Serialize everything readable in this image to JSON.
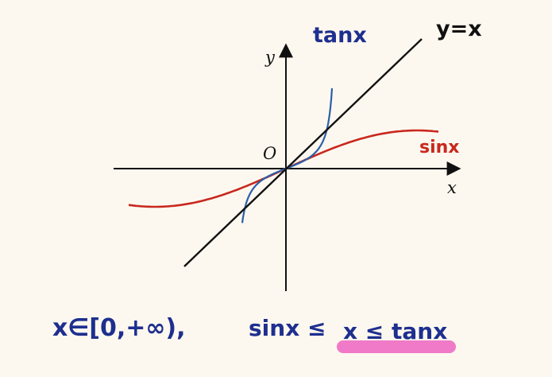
{
  "axes": {
    "y_label": "y",
    "x_label": "x",
    "origin_label": "O"
  },
  "curves": {
    "tan_label": "tanx",
    "line_label": "y=x",
    "sin_label": "sinx"
  },
  "colors": {
    "background": "#fdf8ef",
    "axis": "#111111",
    "tan": "#2b5fa8",
    "sin": "#c8281e",
    "line": "#111111",
    "handwriting_blue": "#1e2f8f",
    "highlight": "#f07ac8"
  },
  "note": {
    "domain": "x∈[0,+∞),",
    "inequality_left": "sinx ≤",
    "inequality_highlight": "x ≤ tanx"
  }
}
